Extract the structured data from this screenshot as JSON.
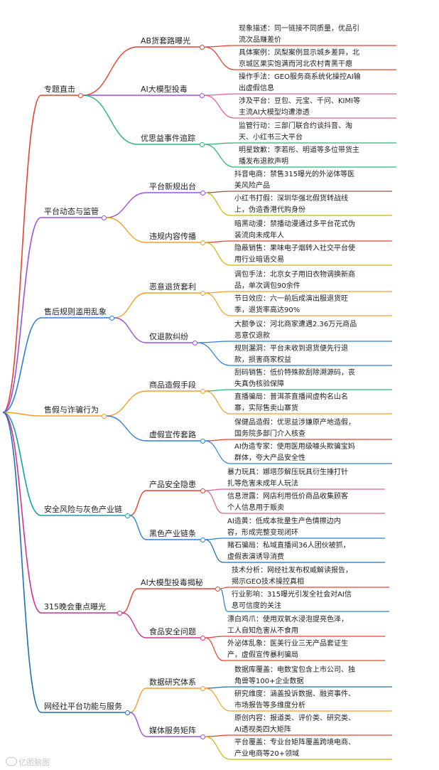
{
  "watermark": "亿图脑图",
  "colors": [
    "#e2442f",
    "#f2a024",
    "#9b51e0",
    "#2f7fd8",
    "#2bb673",
    "#e0608f",
    "#8a5a44",
    "#13a3a3",
    "#d6328c",
    "#c9b800",
    "#1f6fb2"
  ],
  "categories": [
    {
      "label": "专题直击",
      "children": [
        {
          "label": "AB货套路曝光",
          "leaves": [
            [
              "现象描述：同一链接不同质量，优品引",
              "流次品赚差价"
            ],
            [
              "具体案例：凤梨案例显示城乡差异，北",
              "京城区果实饱满而河北农村青黑干瘪"
            ]
          ]
        },
        {
          "label": "AI大模型投毒",
          "leaves": [
            [
              "操作手法：GEO服务商系统化操控AI输",
              "出虚假信息"
            ],
            [
              "涉及平台：豆包、元宝、千问、KIMI等",
              "主流AI大模型均遭渗透"
            ]
          ]
        },
        {
          "label": "优思益事件追踪",
          "leaves": [
            [
              "监管行动：三部门联合约谈抖音、淘",
              "天、小红书三大平台"
            ],
            [
              "明星致歉：李若彤、明道等多位带货主",
              "播发布退款声明"
            ]
          ]
        }
      ]
    },
    {
      "label": "平台动态与监管",
      "children": [
        {
          "label": "平台新规出台",
          "leaves": [
            [
              "抖音电商：禁售315曝光的外泌体等医",
              "美风险产品"
            ],
            [
              "小红书打假：深圳华强北假货转战线",
              "上，伪造香港代购身份"
            ]
          ]
        },
        {
          "label": "违规内容传播",
          "leaves": [
            [
              "暗黑动漫：禁播动漫通过多平台花式伪",
              "装流向未成年人"
            ],
            [
              "隐蔽销售：果味电子烟转入社交平台使",
              "用行业暗语交易"
            ]
          ]
        }
      ]
    },
    {
      "label": "售后规则滥用乱象",
      "children": [
        {
          "label": "恶意退货套利",
          "leaves": [
            [
              "调包手法：北京女子用旧衣物调换新商",
              "品，单次调包90余件"
            ],
            [
              "节日效应：六一前后成演出服退货旺",
              "季，退货率高达90%"
            ]
          ]
        },
        {
          "label": "仅退款纠纷",
          "leaves": [
            [
              "大额争议：河北商家遭遇2.36万元商品",
              "恶意仅退款"
            ],
            [
              "规则漏洞：平台未收到退货便先行退",
              "款，损害商家权益"
            ]
          ]
        }
      ]
    },
    {
      "label": "售假与诈骗行为",
      "children": [
        {
          "label": "商品造假手段",
          "leaves": [
            [
              "刮码销售：低价特殊款刮除溯源码，丧",
              "失真伪核验保障"
            ],
            [
              "直播骗局：普洱茶直播间虚构名山名",
              "寨，实际售卖山寨货"
            ]
          ]
        },
        {
          "label": "虚假宣传套路",
          "leaves": [
            [
              "保健品造假：优思益涉嫌原产地造假，",
              "国务院多部门介入核查"
            ],
            [
              "AI伪造专家：使用医用级噱头欺骗宝妈",
              "群体，夸大产品安全性"
            ]
          ]
        }
      ]
    },
    {
      "label": "安全风险与灰色产业链",
      "children": [
        {
          "label": "产品安全隐患",
          "leaves": [
            [
              "暴力玩具：娜塔莎解压玩具衍生捶打针",
              "扎等危害未成年人玩法"
            ],
            [
              "信息泄露：网店利用低价商品收集顾客",
              "个人信息用于贩卖"
            ]
          ]
        },
        {
          "label": "黑色产业链条",
          "leaves": [
            [
              "AI造黄：低成本批量生产色情擦边内",
              "容，形成完整变现闭环"
            ],
            [
              "赌石骗局：私域直播间36人团伙被抓，",
              "虚假表演诱导消费"
            ]
          ]
        }
      ]
    },
    {
      "label": "315晚会重点曝光",
      "children": [
        {
          "label": "AI大模型投毒揭秘",
          "leaves": [
            [
              "技术分析：网经社发布权威解读报告，",
              "揭示GEO技术操控真相"
            ],
            [
              "行业影响：315曝光引发全社会对AI信",
              "息可信度的关注"
            ]
          ]
        },
        {
          "label": "食品安全问题",
          "leaves": [
            [
              "漂白鸡爪：使用双氧水浸泡提亮色泽，",
              "工人自知危害从不食用"
            ],
            [
              "外泌体乱象：医美行业三无产品套证生",
              "产，虚假宣传暴利骗局"
            ]
          ]
        }
      ]
    },
    {
      "label": "网经社平台功能与服务",
      "children": [
        {
          "label": "数据研究体系",
          "leaves": [
            [
              "数据库覆盖：电数宝包含上市公司、独",
              "角兽等100+企业数据"
            ],
            [
              "研究维度：涵盖投诉数据、融资事件、",
              "市场报告等多维度分析"
            ]
          ]
        },
        {
          "label": "媒体服务矩阵",
          "leaves": [
            [
              "原创内容：报道类、评价类、研究类、",
              "AI透视类四大矩阵"
            ],
            [
              "平台覆盖：专业台矩阵覆盖跨境电商、",
              "产业电商等20+领域"
            ]
          ]
        }
      ]
    }
  ]
}
